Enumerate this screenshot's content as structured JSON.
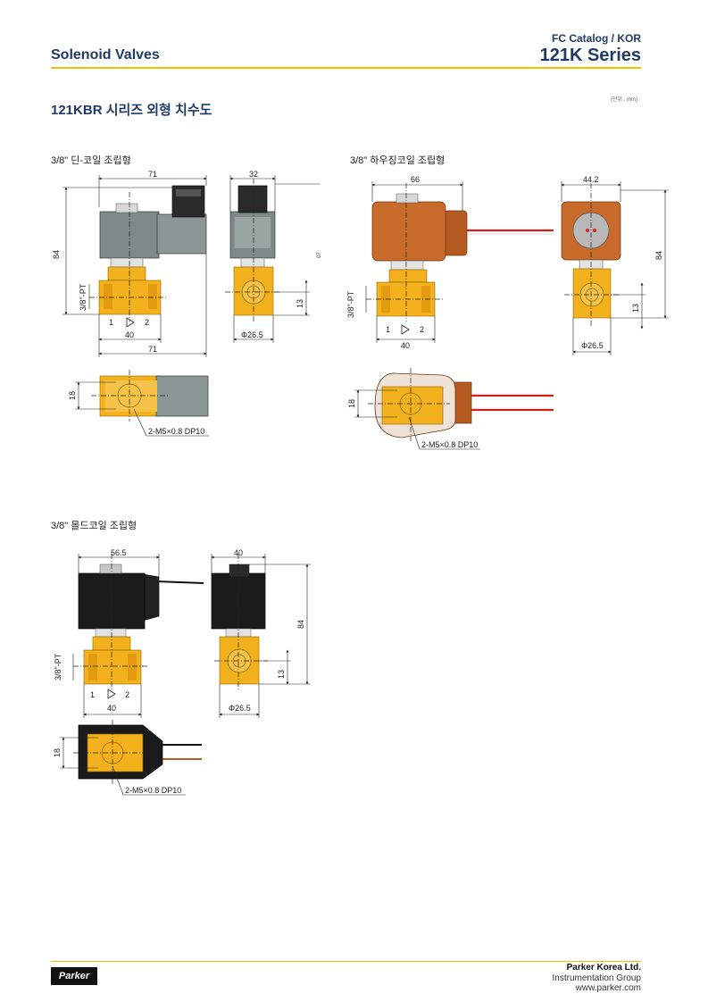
{
  "header": {
    "section": "Solenoid Valves",
    "catalog": "FC Catalog / KOR",
    "series": "121K Series"
  },
  "page_title": "121KBR 시리즈 외형 치수도",
  "unit_note": "(단위 : mm)",
  "figures": {
    "din": {
      "title": "3/8\" 딘-코일 조립형",
      "dim_width_top": "71",
      "dim_height": "84",
      "dim_port": "3/8\"-PT",
      "port_1": "1",
      "port_2": "2",
      "dim_body": "40",
      "dim_width_bottom": "71",
      "dim_side_width": "32",
      "dim_side_offset": "13",
      "dim_diameter": "Φ26.5",
      "dim_small": "07",
      "dim_plan_height": "18",
      "plan_note": "2-M5×0.8 DP10"
    },
    "housing": {
      "title": "3/8\" 하우징코일 조립형",
      "dim_width_top": "66",
      "dim_port": "3/8\"-PT",
      "port_1": "1",
      "port_2": "2",
      "dim_body": "40",
      "dim_side_width": "44.2",
      "dim_height": "84",
      "dim_side_offset": "13",
      "dim_diameter": "Φ26.5",
      "dim_plan_height": "18",
      "plan_note": "2-M5×0.8 DP10"
    },
    "mold": {
      "title": "3/8\" 몰드코일 조립형",
      "dim_width_top": "56.5",
      "dim_port": "3/8\"-PT",
      "port_1": "1",
      "port_2": "2",
      "dim_body": "40",
      "dim_side_width": "40",
      "dim_height": "84",
      "dim_side_offset": "13",
      "dim_diameter": "Φ26.5",
      "dim_plan_height": "18",
      "plan_note": "2-M5×0.8 DP10"
    }
  },
  "footer": {
    "logo": "Parker",
    "company": "Parker Korea Ltd.",
    "group": "Instrumentation Group",
    "website": "www.parker.com"
  },
  "colors": {
    "brand_navy": "#1f3a68",
    "accent_yellow": "#f2c200",
    "brass": "#f3b11e",
    "din_coil": "#7d8a87",
    "housing_coil": "#c86a2a",
    "mold_coil": "#1b1b1b",
    "lead_red": "#d22020",
    "lead_brown": "#b85a20"
  }
}
